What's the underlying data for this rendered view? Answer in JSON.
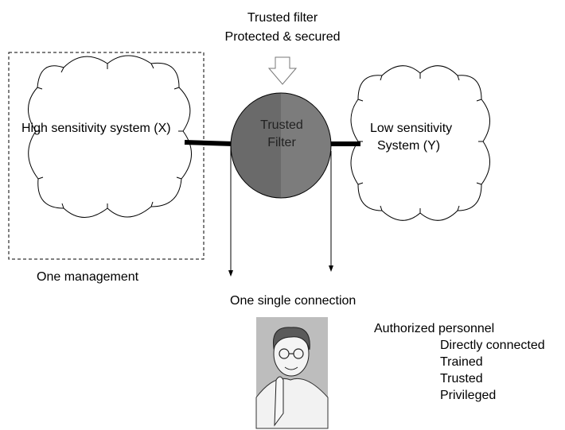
{
  "header": {
    "line1": "Trusted filter",
    "line2": "Protected & secured"
  },
  "high_system": {
    "label": "High sensitivity system (X)",
    "management_label": "One management"
  },
  "filter": {
    "line1": "Trusted",
    "line2": "Filter",
    "fill_color": "#6e6e6e"
  },
  "low_system": {
    "line1": "Low sensitivity",
    "line2": "System (Y)"
  },
  "connection_label": "One single connection",
  "personnel": {
    "title": "Authorized personnel",
    "attributes": [
      "Directly connected",
      "Trained",
      "Trusted",
      "Privileged"
    ]
  },
  "icons": {
    "input_arrow": "down-arrow-icon",
    "person": "person-clipart-icon"
  }
}
